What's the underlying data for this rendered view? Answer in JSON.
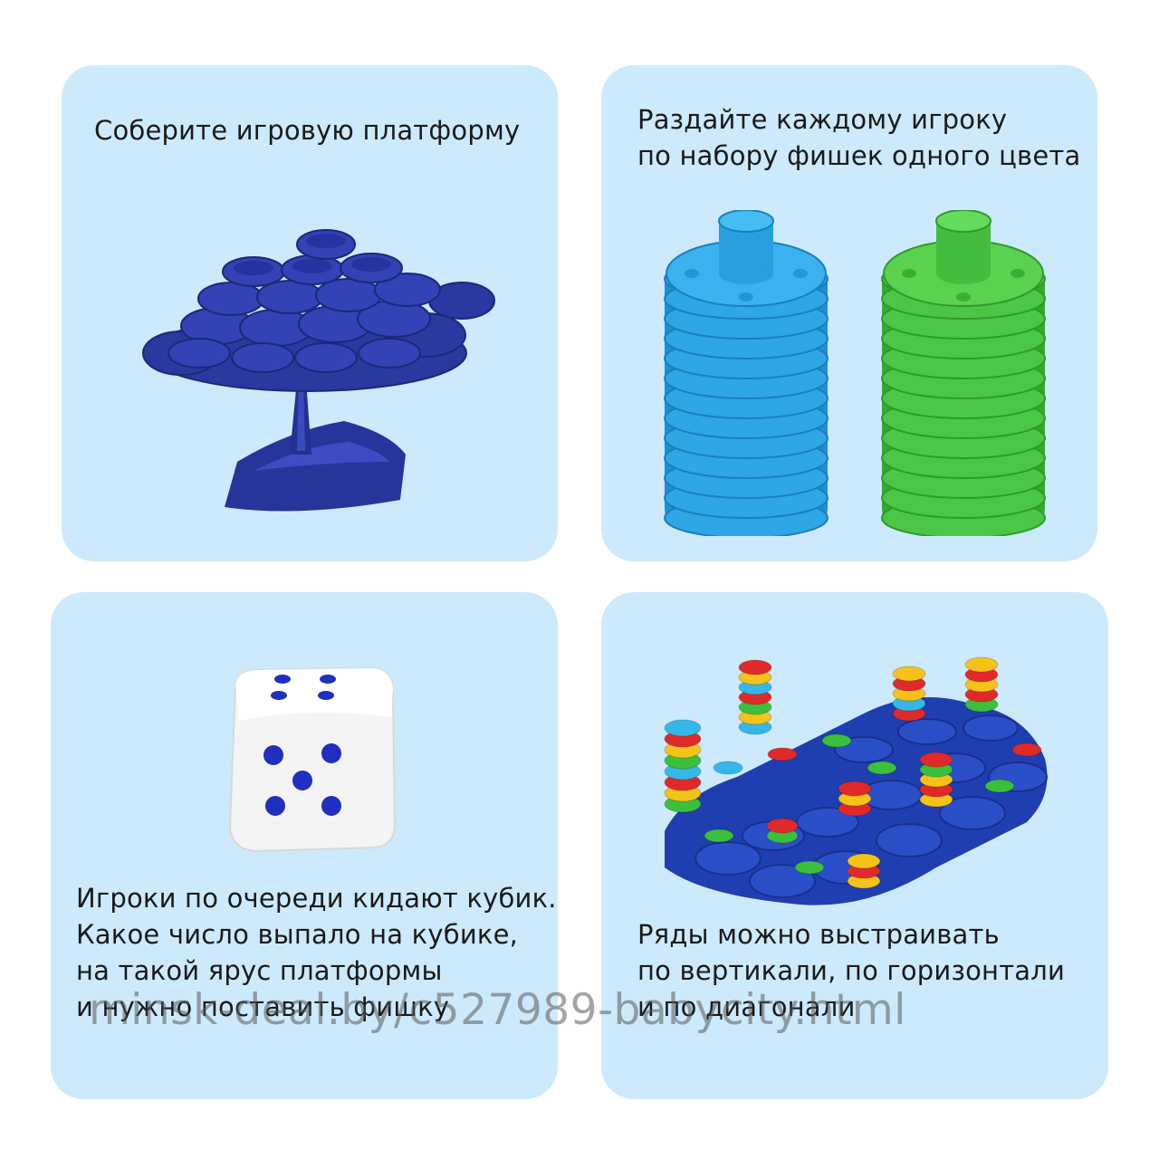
{
  "panels": [
    {
      "id": "assemble-platform",
      "caption": [
        "Соберите игровую платформу"
      ],
      "image": "blue-tree-platform",
      "colors": {
        "platform": "#2a39a0"
      }
    },
    {
      "id": "distribute-chips",
      "caption": [
        "Раздайте каждому игроку",
        "по набору фишек одного цвета"
      ],
      "image": "chip-stacks",
      "colors": {
        "chip_blue": "#2fa6e6",
        "chip_green": "#4cc646"
      }
    },
    {
      "id": "roll-dice",
      "caption": [
        "Игроки по очереди кидают кубик.",
        "Какое число выпало на кубике,",
        "на такой ярус платформы",
        "и нужно поставить фишку"
      ],
      "image": "white-die",
      "colors": {
        "pip": "#1f2fbf"
      }
    },
    {
      "id": "build-rows",
      "caption": [
        "Ряды можно выстраивать",
        "по вертикали, по горизонтали",
        "и по диагонали"
      ],
      "image": "platform-with-chips",
      "colors": {
        "red": "#e02a2a",
        "yellow": "#f5c21a",
        "green": "#3cbf3c",
        "cyan": "#35b8e8"
      }
    }
  ],
  "watermark": "minsk-deal.by/c527989-babycity.html",
  "card_background": "#cdeafc"
}
